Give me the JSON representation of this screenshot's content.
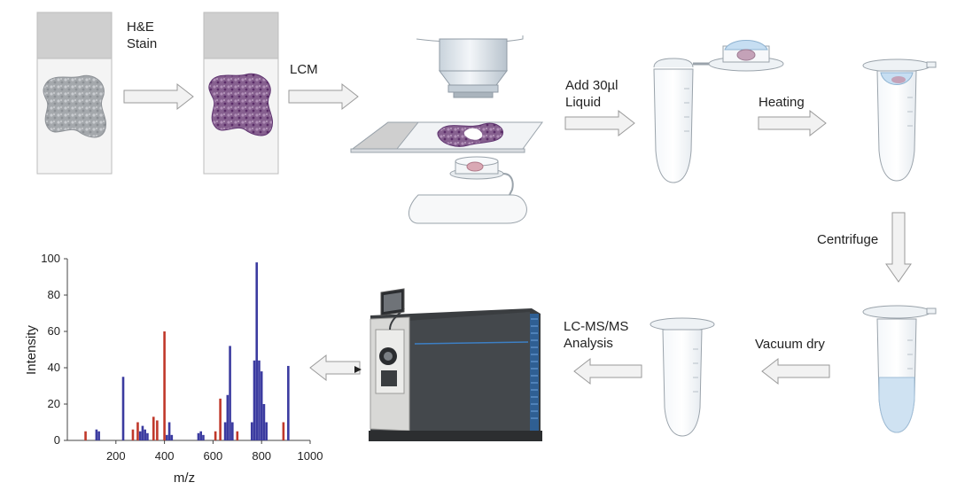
{
  "steps": {
    "he_stain": "H&E\nStain",
    "lcm": "LCM",
    "add_liquid": "Add 30µl\nLiquid",
    "heating": "Heating",
    "centrifuge": "Centrifuge",
    "vacuum_dry": "Vacuum dry",
    "lcms": "LC-MS/MS\nAnalysis"
  },
  "colors": {
    "arrow_fill": "#f2f2f2",
    "arrow_stroke": "#9a9a9a",
    "tissue_gray": "#9ea2a6",
    "tissue_purple": "#7d5a8a",
    "stain_purple": "#6a2d7a",
    "liquid_blue": "#cfe2f2",
    "bar_blue": "#3b3ba0",
    "bar_red": "#c0392b",
    "instrument_dark": "#3a3d40",
    "instrument_light": "#d8d8d6",
    "accent_blue": "#3d7fc4"
  },
  "chart_data": {
    "type": "bar",
    "xlabel": "m/z",
    "ylabel": "Intensity",
    "xlim": [
      0,
      1000
    ],
    "ylim": [
      0,
      100
    ],
    "xticks": [
      200,
      400,
      600,
      800,
      1000
    ],
    "yticks": [
      0,
      20,
      40,
      60,
      80,
      100
    ],
    "series": [
      {
        "color": "red",
        "x": [
          75,
          270,
          290,
          355,
          370,
          400,
          610,
          630,
          700,
          890
        ],
        "values": [
          5,
          6,
          10,
          13,
          11,
          60,
          5,
          23,
          5,
          10
        ]
      },
      {
        "color": "blue",
        "x": [
          120,
          130,
          230,
          300,
          310,
          320,
          330,
          410,
          420,
          430,
          540,
          550,
          560,
          650,
          660,
          670,
          680,
          760,
          770,
          780,
          790,
          800,
          810,
          820,
          910
        ],
        "values": [
          6,
          5,
          35,
          5,
          8,
          6,
          4,
          3,
          10,
          3,
          4,
          5,
          3,
          10,
          25,
          52,
          10,
          10,
          44,
          98,
          44,
          38,
          20,
          10,
          41
        ]
      }
    ]
  }
}
